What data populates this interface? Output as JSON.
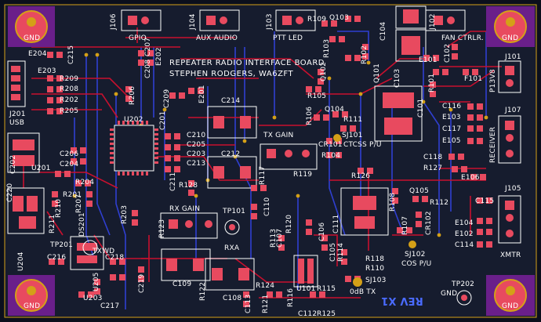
{
  "board": {
    "title_line1": "REPEATER RADIO INTERFACE BOARD",
    "title_line2": "STEPHEN RODGERS, WA6ZFT",
    "revision": "REV X1"
  },
  "colors": {
    "background": "#0b0f1c",
    "copper_pour": "#161c2e",
    "trace_front": "#c8102e",
    "trace_back": "#2f3fd1",
    "pad": "#e84a5f",
    "silkscreen": "#ffffff",
    "mounting_hole": "#d4a017",
    "courtyard": "#6a1f8a"
  },
  "connectors": {
    "j106": "J106",
    "gpio": "GPIO",
    "j104": "J104",
    "aux_audio": "AUX AUDIO",
    "j103": "J103",
    "ptt_led": "PTT LED",
    "j102": "J102",
    "fan_ctrl": "FAN CTRLR.",
    "j101": "J101",
    "p13v8": "P13V8",
    "j107": "J107",
    "receiver": "RECEIVER",
    "j105": "J105",
    "xmtr": "XMTR",
    "j201": "J201",
    "usb": "USB"
  },
  "labels": {
    "gnd": "GND",
    "tx_gain": "TX GAIN",
    "rx_gain": "RX GAIN",
    "rxa": "RXA",
    "txwd": "TXWD",
    "ctcss_pu": "CTCSS P/U",
    "cos_pu": "COS P/U",
    "odb_tx": "0dB TX",
    "tp101": "TP101",
    "tp201": "TP201",
    "tp202": "TP202"
  },
  "refs": {
    "e204": "E204",
    "c215": "C215",
    "e203": "E203",
    "r209": "R209",
    "r208": "R208",
    "r202": "R202",
    "r205": "R205",
    "r206": "R206",
    "c208": "C208",
    "c207": "C207",
    "e202": "E202",
    "c209": "C209",
    "e201": "E201",
    "u202": "U202",
    "c201": "C201",
    "c210": "C210",
    "c205": "C205",
    "c203": "C203",
    "c213": "C213",
    "c206": "C206",
    "c204": "C204",
    "c202": "C202",
    "u201": "U201",
    "r204": "R204",
    "c220": "C220",
    "r201": "R201",
    "r210": "R210",
    "r211": "R211",
    "r207": "R207",
    "ds201": "DS201",
    "r203": "R203",
    "c211": "C211",
    "r128": "R128",
    "u204": "U204",
    "c216": "C216",
    "c218": "C218",
    "u205": "U205",
    "u203": "U203",
    "c217": "C217",
    "c219": "C219",
    "c214": "C214",
    "c212": "C212",
    "r117": "R117",
    "r119": "R119",
    "c110": "C110",
    "r123": "R123",
    "c109": "C109",
    "r122": "R122",
    "c108": "C108",
    "c113": "C113",
    "r124": "R124",
    "r121": "R121",
    "r113": "R113",
    "c107": "C107",
    "r120": "R120",
    "c106": "C106",
    "u101": "U101",
    "r115": "R115",
    "r116": "R116",
    "c112": "C112",
    "r125": "R125",
    "c105": "C105",
    "r114": "R114",
    "c111": "C111",
    "r118": "R118",
    "r110": "R110",
    "sj103": "SJ103",
    "r109": "R109",
    "q103": "Q103",
    "r103": "R103",
    "q102": "Q102",
    "r102": "R102",
    "q101": "Q101",
    "r105": "R105",
    "r106": "R106",
    "q104": "Q104",
    "r111": "R111",
    "sj101": "SJ101",
    "cr101": "CR101",
    "r104": "R104",
    "r126": "R126",
    "r108": "R108",
    "q105": "Q105",
    "r112": "R112",
    "r107": "R107",
    "cr102": "CR102",
    "sj102": "SJ102",
    "c104": "C104",
    "e101": "E101",
    "c102": "C102",
    "c103": "C103",
    "r101": "R101",
    "c101": "C101",
    "f101": "F101",
    "c116": "C116",
    "e103": "E103",
    "c117": "C117",
    "e105": "E105",
    "c118": "C118",
    "r127": "R127",
    "e106": "E106",
    "c115": "C115",
    "e104": "E104",
    "e102": "E102",
    "c114": "C114"
  }
}
